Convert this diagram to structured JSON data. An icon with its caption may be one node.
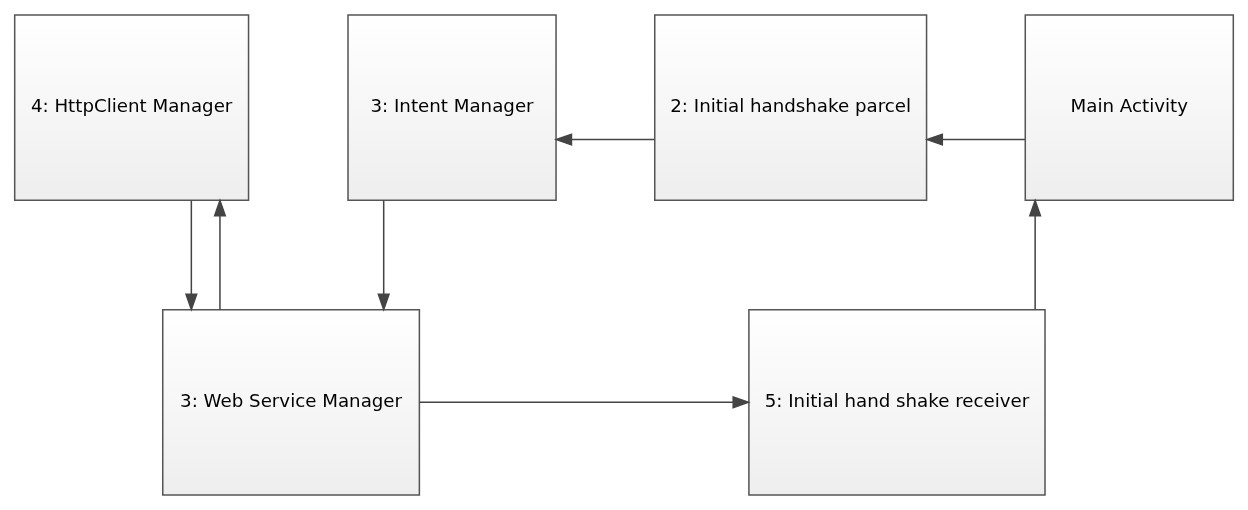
{
  "diagram": {
    "nodes": [
      {
        "text": [
          "4: HttpClient Manager"
        ]
      },
      {
        "text": [
          "3: Intent Manager"
        ]
      },
      {
        "text": [
          "2: Initial handshake parcel"
        ]
      },
      {
        "text": [
          "Main Activity"
        ]
      },
      {
        "text": [
          "3: Web Service Manager"
        ]
      },
      {
        "text": [
          "5: Initial hand shake receiver"
        ]
      }
    ],
    "edges": [
      {
        "from": 3,
        "to": 2,
        "arrow": "to"
      },
      {
        "from": 2,
        "to": 1,
        "arrow": "to"
      },
      {
        "from": 1,
        "to": 4,
        "arrow": "to"
      },
      {
        "from": 0,
        "to": 4,
        "arrow": "to"
      },
      {
        "from": 4,
        "to": 0,
        "arrow": "to"
      },
      {
        "from": 4,
        "to": 5,
        "arrow": "to"
      },
      {
        "from": 5,
        "to": 3,
        "arrow": "to"
      }
    ]
  }
}
